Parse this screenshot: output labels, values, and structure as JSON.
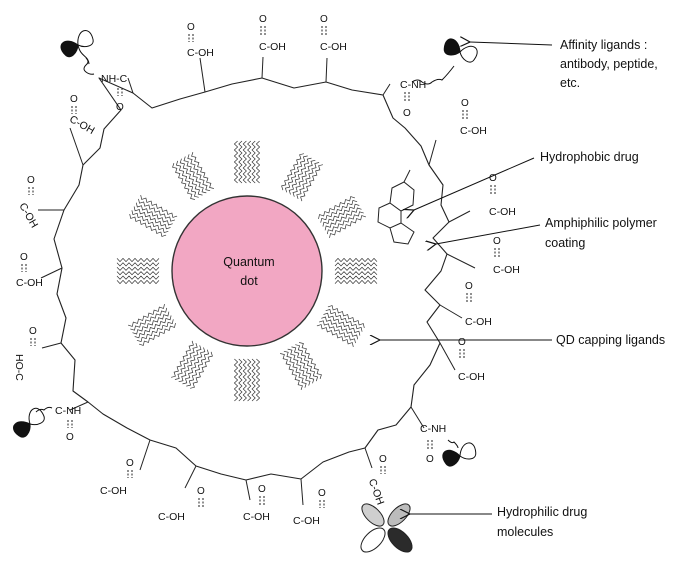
{
  "core": {
    "line1": "Quantum",
    "line2": "dot",
    "fill_color": "#f2a7c3",
    "stroke_color": "#333333"
  },
  "annotations": [
    {
      "id": "affinity",
      "lines": [
        "Affinity ligands :",
        "antibody, peptide,",
        "etc."
      ]
    },
    {
      "id": "hydrophobic",
      "lines": [
        "Hydrophobic drug"
      ]
    },
    {
      "id": "polymer",
      "lines": [
        "Amphiphilic polymer",
        "coating"
      ]
    },
    {
      "id": "capping",
      "lines": [
        "QD capping ligands"
      ]
    },
    {
      "id": "hydrophilic",
      "lines": [
        "Hydrophilic drug",
        "molecules"
      ]
    }
  ],
  "chem": {
    "carboxyl": "C-OH",
    "carboxyl_reversed": "HO-C",
    "amide": "C-NH",
    "amide_reversed": "NH-C",
    "oxygen": "O"
  },
  "icons": {
    "antibody": "antibody-ligand-icon",
    "drug_molecule": "hydrophilic-drug-molecule-icon",
    "hydrophobic_drug": "hydrophobic-drug-ring-icon"
  }
}
